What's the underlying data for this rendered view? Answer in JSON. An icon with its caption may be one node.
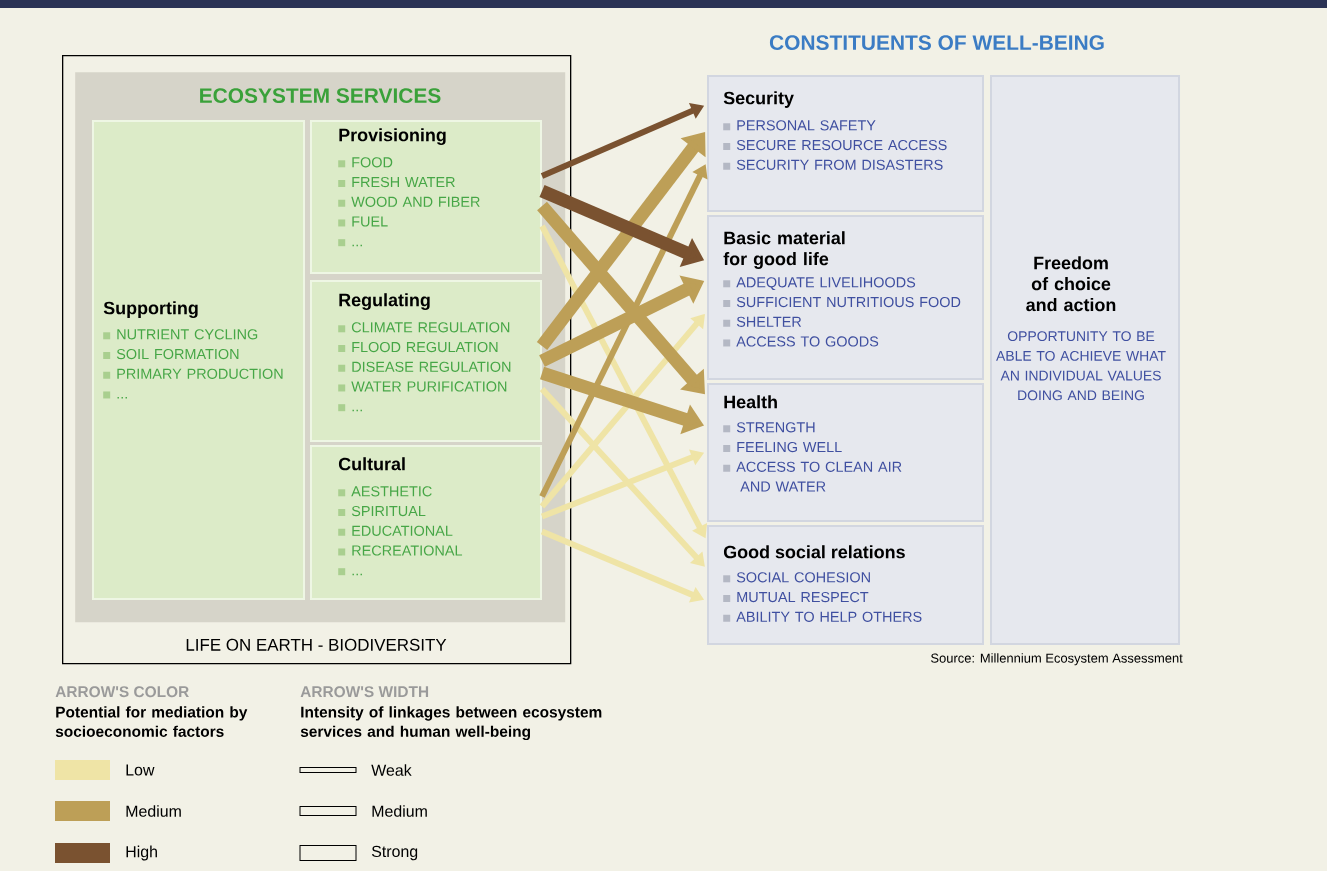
{
  "diagram": {
    "nodes": [
      {
        "text": [
          "LIFE ON EARTH - BIODIVERSITY"
        ]
      },
      {
        "text": [
          "ECOSYSTEM SERVICES"
        ],
        "in": 0
      },
      {
        "text": [
          "Supporting",
          "NUTRIENT CYCLING",
          "SOIL FORMATION",
          "PRIMARY PRODUCTION",
          "..."
        ],
        "in": 1
      },
      {
        "text": [
          "Provisioning",
          "FOOD",
          "FRESH WATER",
          "WOOD AND FIBER",
          "FUEL",
          "..."
        ],
        "in": 1
      },
      {
        "text": [
          "Regulating",
          "CLIMATE REGULATION",
          "FLOOD REGULATION",
          "DISEASE REGULATION",
          "WATER PURIFICATION",
          "..."
        ],
        "in": 1
      },
      {
        "text": [
          "Cultural",
          "AESTHETIC",
          "SPIRITUAL",
          "EDUCATIONAL",
          "RECREATIONAL",
          "..."
        ],
        "in": 1
      },
      {
        "text": [
          "Security",
          "PERSONAL SAFETY",
          "SECURE RESOURCE ACCESS",
          "SECURITY FROM DISASTERS"
        ]
      },
      {
        "text": [
          "Basic material for good life",
          "ADEQUATE LIVELIHOODS",
          "SUFFICIENT NUTRITIOUS FOOD",
          "SHELTER",
          "ACCESS TO GOODS"
        ]
      },
      {
        "text": [
          "Health",
          "STRENGTH",
          "FEELING WELL",
          "ACCESS TO CLEAN AIR AND WATER"
        ]
      },
      {
        "text": [
          "Good social relations",
          "SOCIAL COHESION",
          "MUTUAL RESPECT",
          "ABILITY TO HELP OTHERS"
        ]
      },
      {
        "text": [
          "Freedom of choice and action",
          "OPPORTUNITY TO BE ABLE TO ACHIEVE WHAT AN INDIVIDUAL VALUES DOING AND BEING"
        ]
      }
    ],
    "edges": [
      {
        "from": 3,
        "to": 9,
        "arrow": "to",
        "color": "#efe4a6"
      },
      {
        "from": 4,
        "to": 9,
        "arrow": "to",
        "color": "#efe4a6"
      },
      {
        "from": 5,
        "to": 7,
        "arrow": "to",
        "color": "#efe4a6"
      },
      {
        "from": 5,
        "to": 8,
        "arrow": "to",
        "color": "#efe4a6"
      },
      {
        "from": 5,
        "to": 9,
        "arrow": "to",
        "color": "#efe4a6"
      },
      {
        "from": 5,
        "to": 6,
        "arrow": "to",
        "color": "#bd9f57"
      },
      {
        "from": 4,
        "to": 6,
        "arrow": "to",
        "style": "thick",
        "color": "#bd9f57"
      },
      {
        "from": 4,
        "to": 7,
        "arrow": "to",
        "style": "thick",
        "color": "#bd9f57"
      },
      {
        "from": 4,
        "to": 8,
        "arrow": "to",
        "style": "thick",
        "color": "#bd9f57"
      },
      {
        "from": 3,
        "to": 8,
        "arrow": "to",
        "style": "thick",
        "color": "#bd9f57"
      },
      {
        "from": 3,
        "to": 6,
        "arrow": "to",
        "color": "#7a5230"
      },
      {
        "from": 3,
        "to": 7,
        "arrow": "to",
        "style": "thick",
        "color": "#7a5230"
      }
    ],
    "labels": [
      "CONSTITUENTS OF WELL-BEING",
      "Source: Millennium Ecosystem Assessment",
      "ARROW'S COLOR",
      "Potential for mediation by socioeconomic factors",
      "ARROW'S WIDTH",
      "Intensity of linkages between ecosystem services and human well-being"
    ],
    "legend": [
      {
        "text": "Low",
        "color": "#efe4a6"
      },
      {
        "text": "Medium",
        "color": "#bd9f57"
      },
      {
        "text": "High",
        "color": "#7a5230"
      },
      {
        "text": "Weak"
      },
      {
        "text": "Medium"
      },
      {
        "text": "Strong"
      }
    ]
  }
}
